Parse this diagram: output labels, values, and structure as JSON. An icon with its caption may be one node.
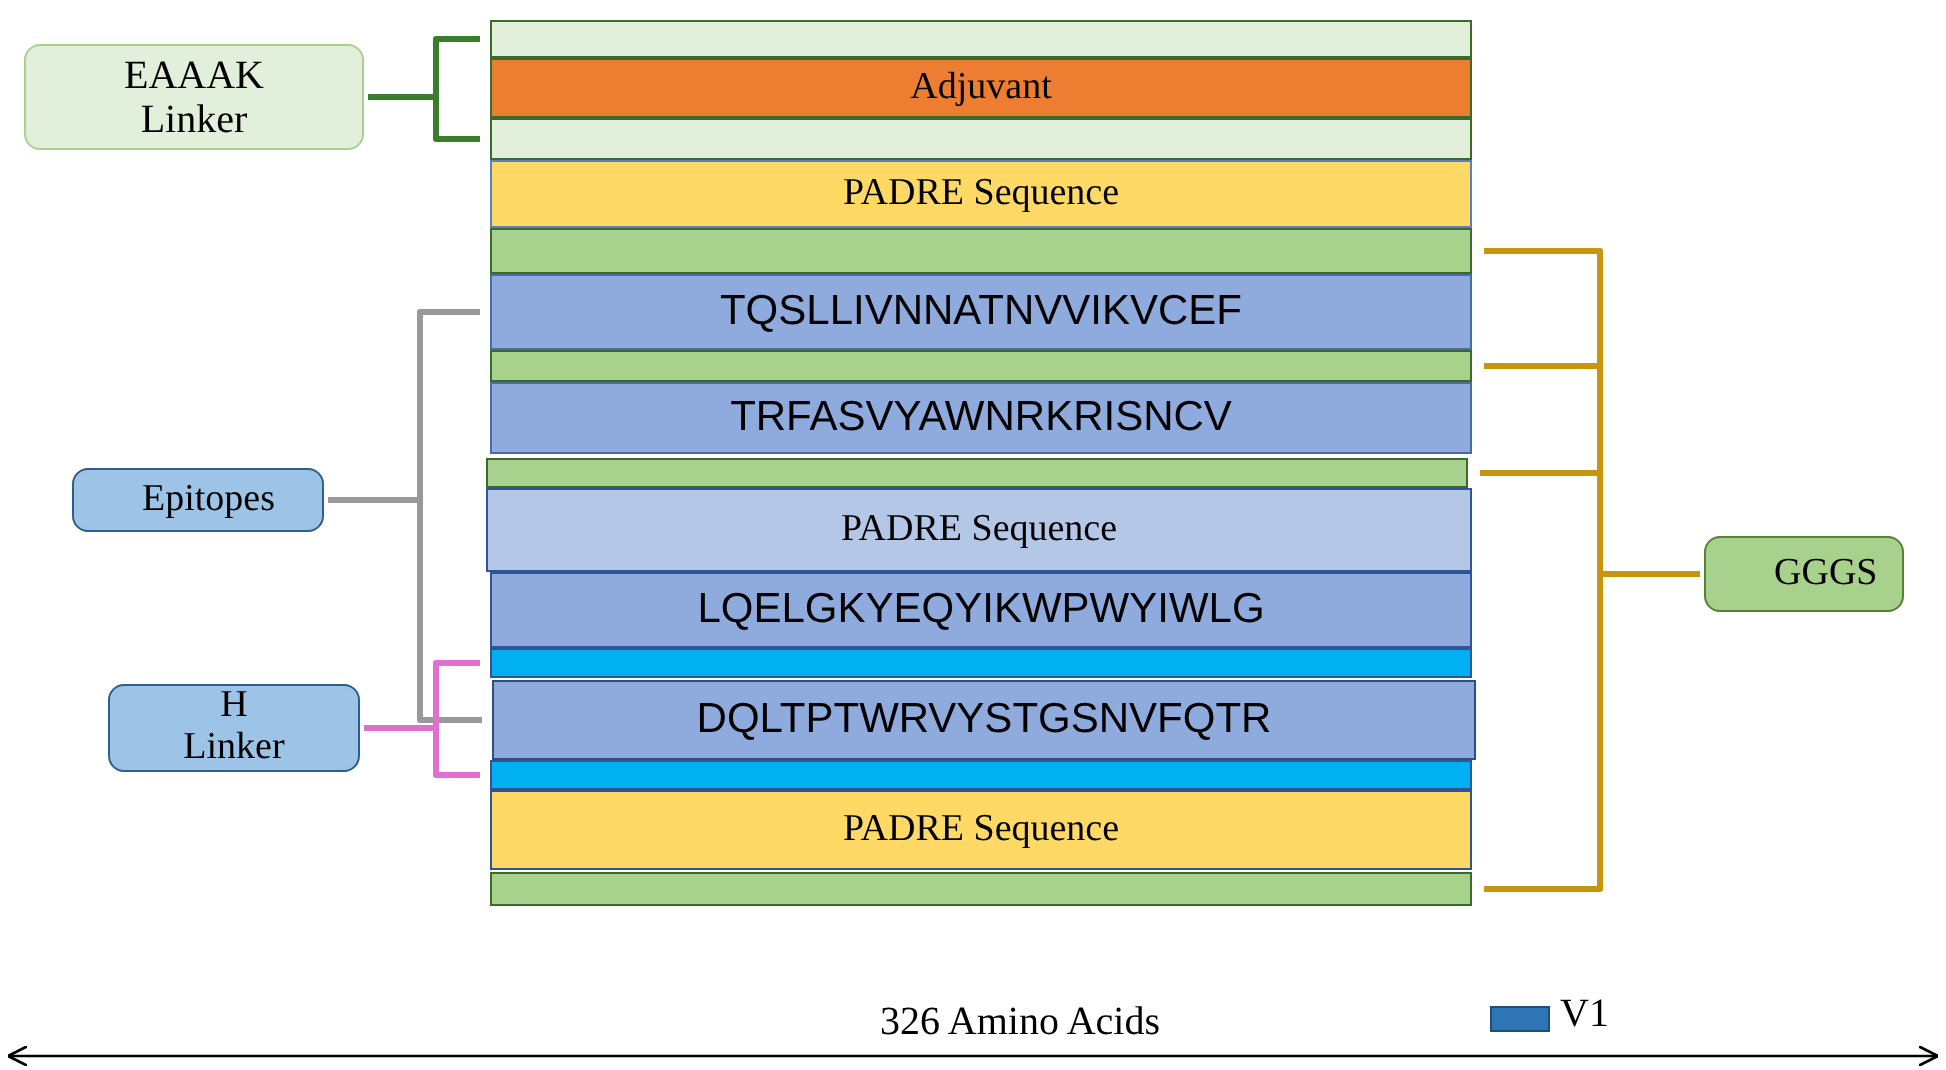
{
  "diagram": {
    "nodes": [
      {
        "text": [
          "EAAAK Linker"
        ]
      },
      {
        "text": [],
        "shape": "bar"
      },
      {
        "text": [
          "Adjuvant"
        ]
      },
      {
        "text": [],
        "shape": "bar"
      },
      {
        "text": [
          "PADRE Sequence"
        ]
      },
      {
        "text": [],
        "shape": "bar"
      },
      {
        "text": [
          "TQSLLIVNNATNVVIKVCEF"
        ]
      },
      {
        "text": [],
        "shape": "bar"
      },
      {
        "text": [
          "TRFASVYAWNRKRISNCV"
        ]
      },
      {
        "text": [],
        "shape": "bar"
      },
      {
        "text": [
          "PADRE Sequence"
        ]
      },
      {
        "text": [
          "LQELGKYEQYIKWPWYIWLG"
        ]
      },
      {
        "text": [],
        "shape": "bar"
      },
      {
        "text": [
          "DQLTPTWRVYSTGSNVFQTR"
        ]
      },
      {
        "text": [],
        "shape": "bar"
      },
      {
        "text": [
          "PADRE Sequence"
        ]
      },
      {
        "text": [],
        "shape": "bar"
      },
      {
        "text": [
          "Epitopes"
        ]
      },
      {
        "text": [
          "H Linker"
        ]
      },
      {
        "text": [
          "GGGS"
        ]
      }
    ],
    "edges": [
      {
        "from": 0,
        "to": 1,
        "arrow": "none",
        "color": "#3a7d2a"
      },
      {
        "from": 0,
        "to": 3,
        "arrow": "none",
        "color": "#3a7d2a"
      },
      {
        "from": 17,
        "to": 6,
        "arrow": "none",
        "color": "#999999"
      },
      {
        "from": 17,
        "to": 13,
        "arrow": "none",
        "color": "#999999"
      },
      {
        "from": 18,
        "to": 12,
        "arrow": "none",
        "color": "#e070d0"
      },
      {
        "from": 18,
        "to": 14,
        "arrow": "none",
        "color": "#e070d0"
      },
      {
        "from": 19,
        "to": 5,
        "arrow": "none",
        "color": "#c8960c"
      },
      {
        "from": 19,
        "to": 7,
        "arrow": "none",
        "color": "#c8960c"
      },
      {
        "from": 19,
        "to": 9,
        "arrow": "none",
        "color": "#c8960c"
      },
      {
        "from": 19,
        "to": 16,
        "arrow": "none",
        "color": "#c8960c"
      }
    ],
    "labels": [
      "326 Amino Acids"
    ],
    "legend": [
      {
        "text": "V1",
        "color": "#2e75b6"
      }
    ]
  }
}
